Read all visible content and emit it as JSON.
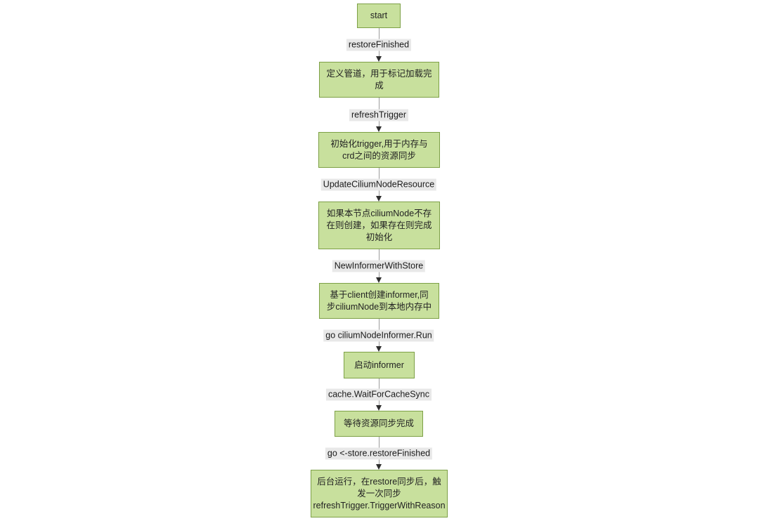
{
  "diagram": {
    "type": "flowchart",
    "direction": "top-down",
    "colors": {
      "node_fill": "#c8e09d",
      "node_border": "#7da046",
      "edge_label_bg": "#e8e8e8",
      "edge_line": "#9c9c9c",
      "arrowhead": "#2e2e2e",
      "text": "#222222"
    },
    "nodes": [
      {
        "id": "start",
        "lines": [
          "start"
        ]
      },
      {
        "id": "define-pipe",
        "lines": [
          "定义管道，用于标记加载完",
          "成"
        ]
      },
      {
        "id": "init-trigger",
        "lines": [
          "初始化trigger,用于内存与",
          "crd之间的资源同步"
        ]
      },
      {
        "id": "create-cilium-node",
        "lines": [
          "如果本节点ciliumNode不存",
          "在则创建，如果存在则完成",
          "初始化"
        ]
      },
      {
        "id": "create-informer",
        "lines": [
          "基于client创建informer,同",
          "步ciliumNode到本地内存中"
        ]
      },
      {
        "id": "run-informer",
        "lines": [
          "启动informer"
        ]
      },
      {
        "id": "wait-sync",
        "lines": [
          "等待资源同步完成"
        ]
      },
      {
        "id": "background-run",
        "lines": [
          "后台运行，在restore同步后，触",
          "发一次同步",
          "refreshTrigger.TriggerWithReason"
        ]
      }
    ],
    "edges": [
      {
        "from": "start",
        "to": "define-pipe",
        "label": "restoreFinished"
      },
      {
        "from": "define-pipe",
        "to": "init-trigger",
        "label": "refreshTrigger"
      },
      {
        "from": "init-trigger",
        "to": "create-cilium-node",
        "label": "UpdateCiliumNodeResource"
      },
      {
        "from": "create-cilium-node",
        "to": "create-informer",
        "label": "NewInformerWithStore"
      },
      {
        "from": "create-informer",
        "to": "run-informer",
        "label": "go ciliumNodeInformer.Run"
      },
      {
        "from": "run-informer",
        "to": "wait-sync",
        "label": "cache.WaitForCacheSync"
      },
      {
        "from": "wait-sync",
        "to": "background-run",
        "label": "go <-store.restoreFinished"
      }
    ]
  }
}
